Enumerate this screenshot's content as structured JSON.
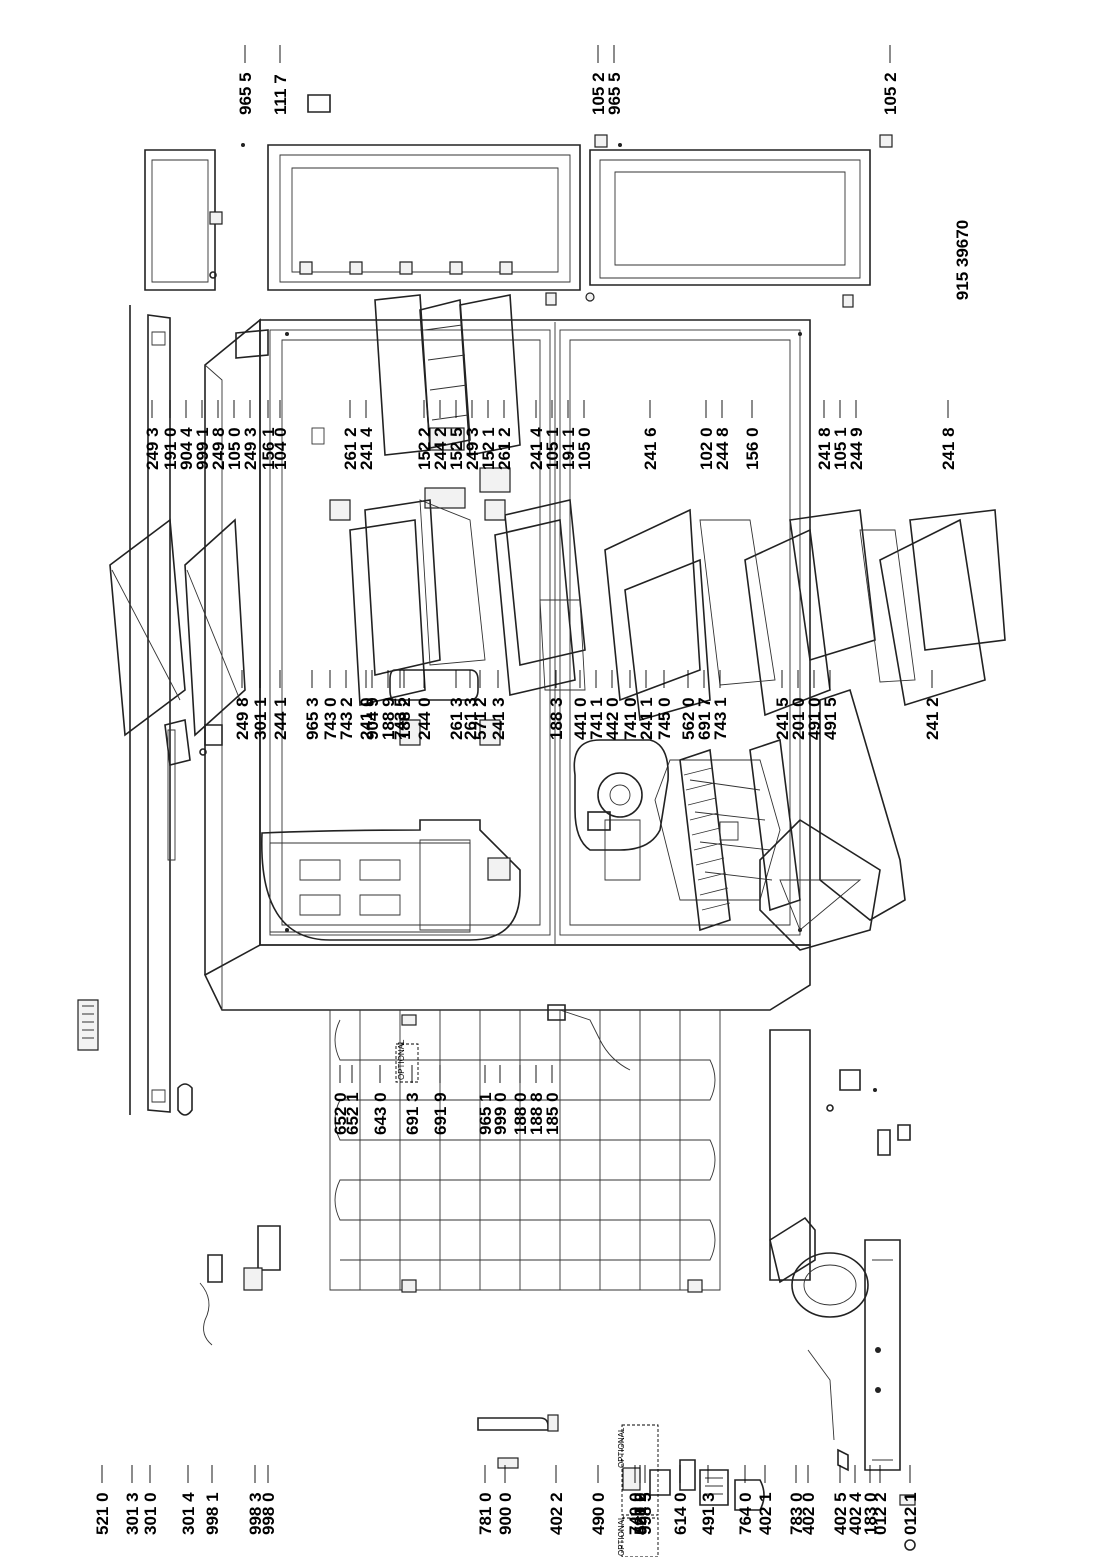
{
  "drawing_number": "915 39670",
  "optional_tag": "OPTIONAL",
  "columns": {
    "col_1": [
      "521 0",
      "301 3",
      "301 0",
      "301 4",
      "998 1",
      "998 3",
      "998 0",
      "900 0",
      "781 0",
      "402 2",
      "490 0",
      "740 0",
      "998 5",
      "420 0",
      "561 2",
      "614 0",
      "491 3",
      "764 0",
      "402 1",
      "783 0",
      "402 0",
      "402 5",
      "402 4",
      "183 0",
      "012 2",
      "012 1"
    ],
    "col_2": [
      "652 0",
      "652 1",
      "643 0",
      "691 3",
      "691 9",
      "965 1",
      "999 0",
      "188 0",
      "188 8",
      "185 0"
    ],
    "col_3": [
      "249 8",
      "301 1",
      "244 1",
      "904 9",
      "188 9",
      "188 2",
      "244 0",
      "965 3",
      "743 0",
      "743 2",
      "241 0",
      "743 5",
      "261 3",
      "261 3",
      "571 2",
      "241 3",
      "188 3",
      "441 0",
      "741 1",
      "442 0",
      "741 0",
      "241 1",
      "745 0",
      "562 0",
      "691 7",
      "743 1",
      "241 5",
      "201 0",
      "491 0",
      "491 5",
      "241 2"
    ],
    "col_4": [
      "249 3",
      "191 0",
      "904 4",
      "999 1",
      "249 8",
      "105 0",
      "249 3",
      "156 1",
      "104 0",
      "261 2",
      "241 4",
      "152 2",
      "244 2",
      "152 5",
      "249 3",
      "152 1",
      "261 2",
      "241 4",
      "105 1",
      "191 1",
      "105 0",
      "241 6",
      "102 0",
      "244 8",
      "156 0",
      "241 8",
      "105 1",
      "244 9",
      "241 8"
    ],
    "col_5": [
      "965 5",
      "111 7",
      "105 2",
      "965 5",
      "105 2"
    ]
  }
}
